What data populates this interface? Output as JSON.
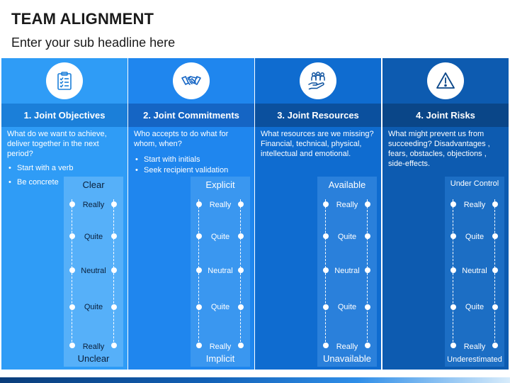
{
  "title": "TEAM ALIGNMENT",
  "subtitle": "Enter your sub headline here",
  "columns": [
    {
      "icon": "clipboard-checklist-icon",
      "heading": "1. Joint Objectives",
      "description": "What do we want to achieve, deliver together in the next period?",
      "bullets": [
        "Start with a verb",
        "Be concrete"
      ],
      "scale_top": "Clear",
      "scale_bottom": "Unclear",
      "levels": [
        "Really",
        "Quite",
        "Neutral",
        "Quite",
        "Really"
      ]
    },
    {
      "icon": "handshake-icon",
      "heading": "2. Joint Commitments",
      "description": "Who accepts to do what for whom, when?",
      "bullets": [
        "Start with initials",
        "Seek recipient validation"
      ],
      "scale_top": "Explicit",
      "scale_bottom": "Implicit",
      "levels": [
        "Really",
        "Quite",
        "Neutral",
        "Quite",
        "Really"
      ]
    },
    {
      "icon": "people-hand-icon",
      "heading": "3. Joint Resources",
      "description": "What resources are we missing? Financial, technical, physical, intellectual and emotional.",
      "bullets": [],
      "scale_top": "Available",
      "scale_bottom": "Unavailable",
      "levels": [
        "Really",
        "Quite",
        "Neutral",
        "Quite",
        "Really"
      ]
    },
    {
      "icon": "warning-triangle-icon",
      "heading": "4. Joint Risks",
      "description": "What might prevent us from succeeding? Disadvantages , fears, obstacles, objections , side-effects.",
      "bullets": [],
      "scale_top": "Under Control",
      "scale_bottom": "Underestimated",
      "levels": [
        "Really",
        "Quite",
        "Neutral",
        "Quite",
        "Really"
      ]
    }
  ]
}
